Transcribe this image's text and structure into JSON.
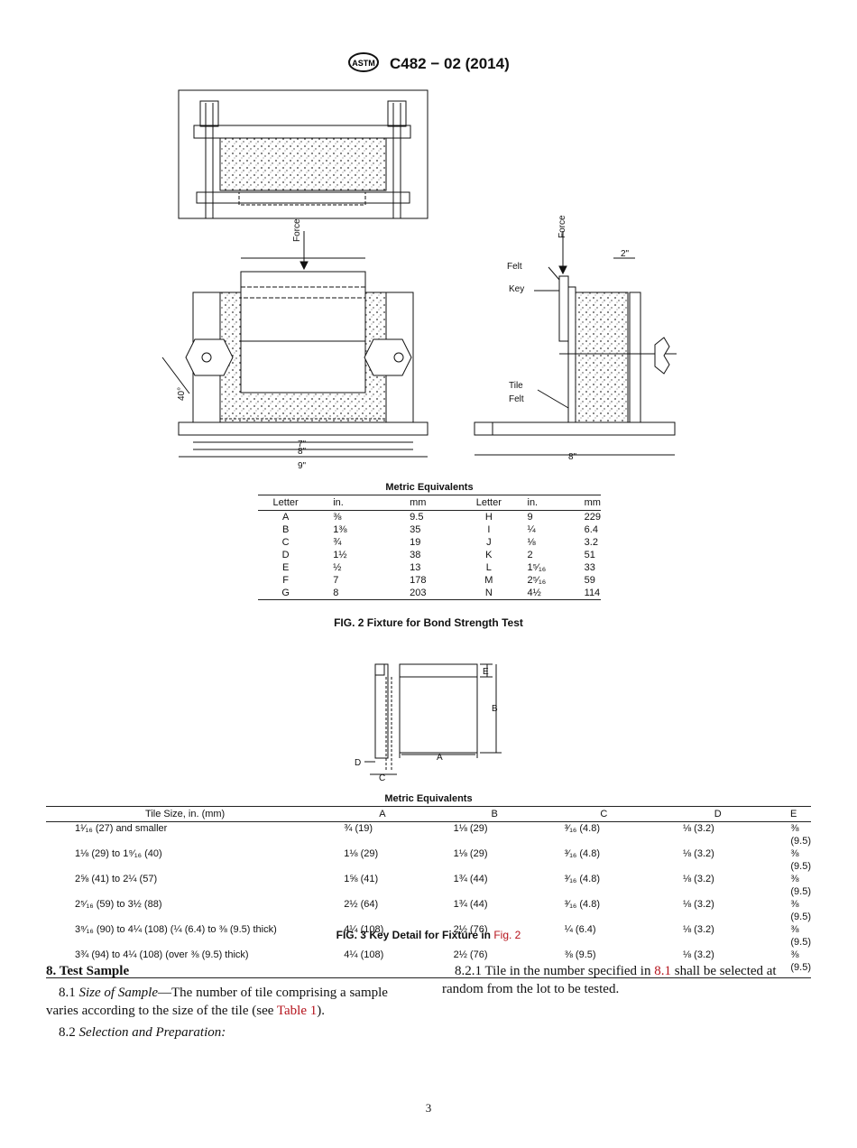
{
  "header": {
    "designation": "C482 − 02 (2014)"
  },
  "fig2": {
    "labels": {
      "force": "Force",
      "felt": "Felt",
      "key": "Key",
      "tile": "Tile",
      "angle": "40°",
      "dim_7": "7\"",
      "dim_8": "8\"",
      "dim_9": "9\"",
      "dim_2": "2\"",
      "dim_8_right": "8\""
    },
    "table_title": "Metric Equivalents",
    "columns": [
      "Letter",
      "in.",
      "mm",
      "Letter",
      "in.",
      "mm"
    ],
    "rows": [
      [
        "A",
        "⅜",
        "9.5",
        "H",
        "9",
        "229"
      ],
      [
        "B",
        "1⅜",
        "35",
        "I",
        "¼",
        "6.4"
      ],
      [
        "C",
        "¾",
        "19",
        "J",
        "⅛",
        "3.2"
      ],
      [
        "D",
        "1½",
        "38",
        "K",
        "2",
        "51"
      ],
      [
        "E",
        "½",
        "13",
        "L",
        "1⁵⁄₁₆",
        "33"
      ],
      [
        "F",
        "7",
        "178",
        "M",
        "2⁵⁄₁₆",
        "59"
      ],
      [
        "G",
        "8",
        "203",
        "N",
        "4½",
        "114"
      ]
    ],
    "caption": "FIG. 2 Fixture for Bond Strength Test"
  },
  "fig3": {
    "labels": {
      "A": "A",
      "B": "B",
      "C": "C",
      "D": "D",
      "E": "E"
    },
    "table_title": "Metric Equivalents",
    "columns": [
      "Tile Size, in. (mm)",
      "A",
      "B",
      "C",
      "D",
      "E"
    ],
    "rows": [
      [
        "1¹⁄₁₆ (27) and smaller",
        "¾   (19)",
        "1⅛ (29)",
        "³⁄₁₆ (4.8)",
        "⅛ (3.2)",
        "⅜ (9.5)"
      ],
      [
        "1⅛ (29) to 1⁹⁄₁₆ (40)",
        "1⅛ (29)",
        "1⅛ (29)",
        "³⁄₁₆ (4.8)",
        "⅛ (3.2)",
        "⅜ (9.5)"
      ],
      [
        "2⅝ (41) to 2¼ (57)",
        "1⅝ (41)",
        "1¾ (44)",
        "³⁄₁₆ (4.8)",
        "⅛ (3.2)",
        "⅜ (9.5)"
      ],
      [
        "2⁵⁄₁₆ (59) to 3½ (88)",
        "2½ (64)",
        "1¾ (44)",
        "³⁄₁₆ (4.8)",
        "⅛ (3.2)",
        "⅜ (9.5)"
      ],
      [
        "3⁹⁄₁₆ (90) to 4¼ (108) (¼ (6.4) to ⅜ (9.5) thick)",
        "4¼ (108)",
        "2½ (76)",
        "¼ (6.4)",
        "⅛ (3.2)",
        "⅜ (9.5)"
      ],
      [
        "3¾ (94) to 4¼ (108) (over ⅜ (9.5) thick)",
        "4¼ (108)",
        "2½ (76)",
        "⅜ (9.5)",
        "⅛ (3.2)",
        "⅜ (9.5)"
      ]
    ],
    "caption_text": "FIG. 3 Key Detail for Fixture in ",
    "caption_ref": "Fig. 2"
  },
  "section8": {
    "heading": "8. Test Sample",
    "p81_num": "8.1 ",
    "p81_title": "Size of Sample",
    "p81_text": "—The number of tile comprising a sample varies according to the size of the tile (see ",
    "p81_ref": "Table 1",
    "p81_end": ").",
    "p82_num": "8.2 ",
    "p82_title": "Selection and Preparation:",
    "p821_a": "8.2.1 Tile in the number specified in ",
    "p821_ref": "8.1",
    "p821_b": " shall be selected at random from the lot to be tested."
  },
  "page_number": "3"
}
